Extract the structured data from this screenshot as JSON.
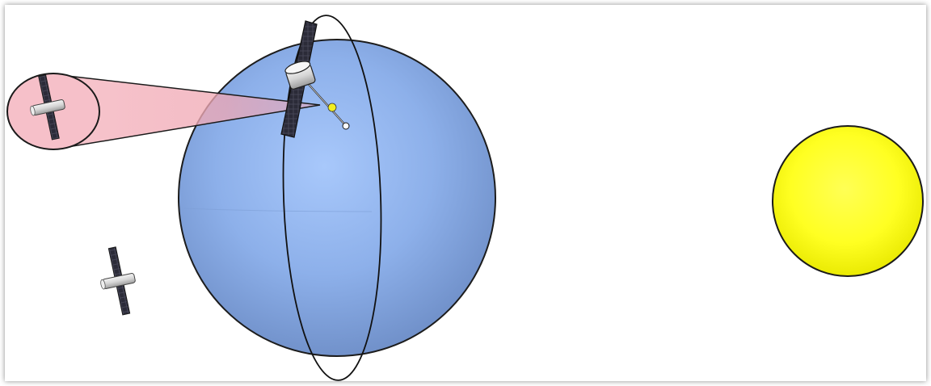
{
  "scene": {
    "background": "#ffffff",
    "objects": [
      "earth-globe",
      "polar-orbit-ring",
      "sun-sphere",
      "observing-satellite",
      "target-satellite",
      "second-satellite",
      "sensor-beam-cone"
    ]
  },
  "colors": {
    "earth": "#8fb2ec",
    "sun": "#ffff1a",
    "beam": "#f0a8b4",
    "panel": "#2a2a3a",
    "satellite_body": "#dcdcdc",
    "outline": "#111111"
  }
}
